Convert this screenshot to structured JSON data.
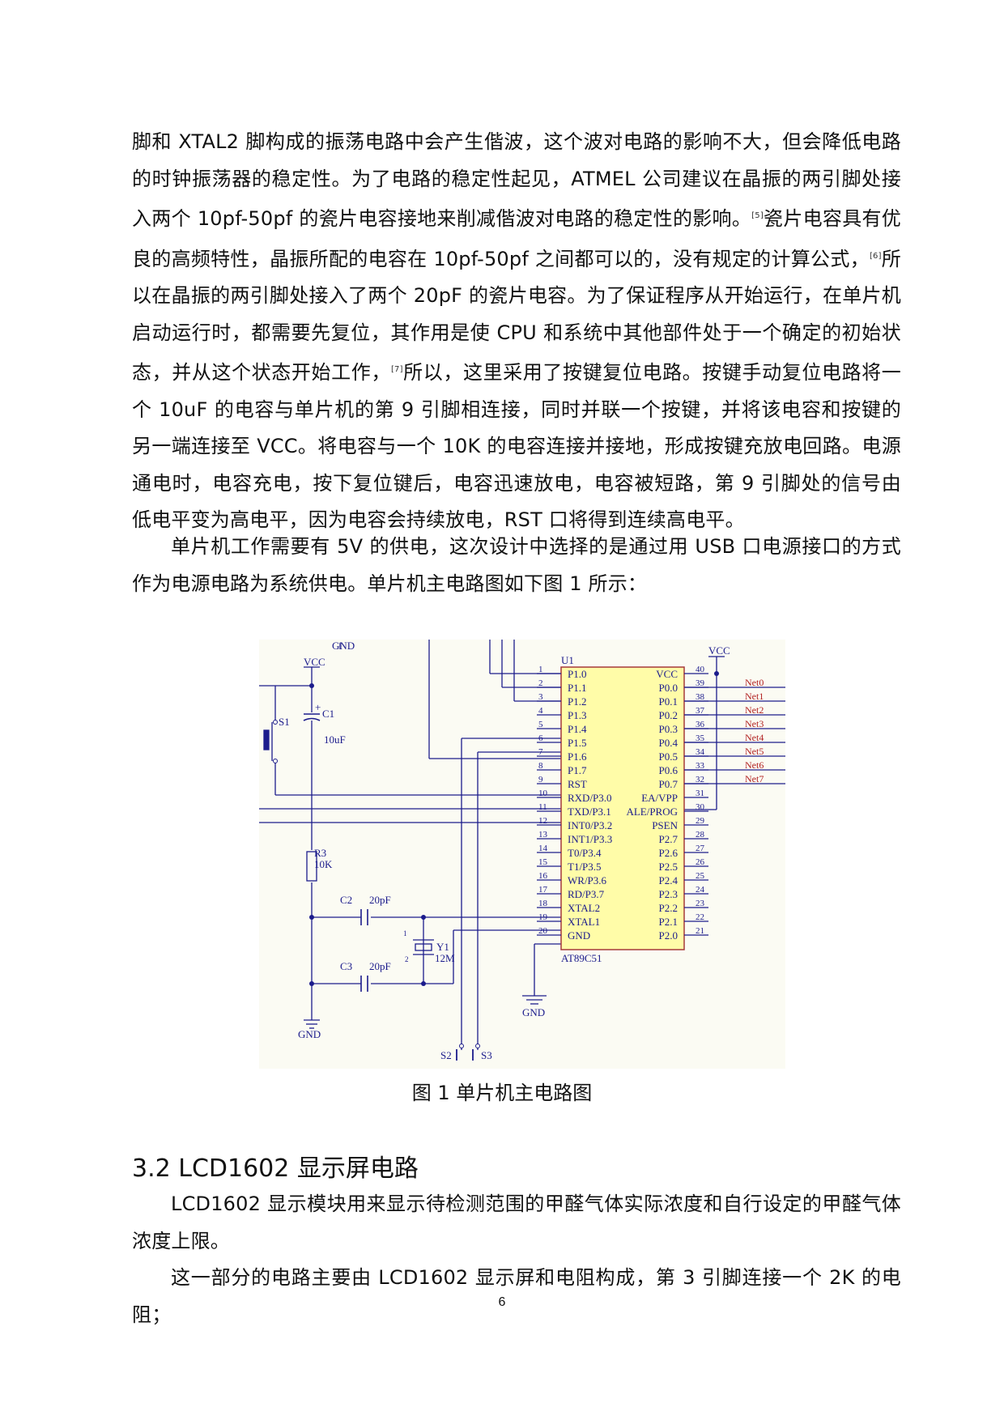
{
  "paragraphs": {
    "p1_a": "脚和 XTAL2 脚构成的振荡电路中会产生偕波，这个波对电路的影响不大，但会降低电路的时钟振荡器的稳定性。为了电路的稳定性起见，ATMEL 公司建议在晶振的两引脚处接入两个 10pf-50pf 的瓷片电容接地来削减偕波对电路的稳定性的影响。",
    "cite5": "[5]",
    "p1_b": "瓷片电容具有优良的高频特性，晶振所配的电容在 10pf-50pf 之间都可以的，没有规定的计算公式，",
    "cite6": "[6]",
    "p1_c": "所以在晶振的两引脚处接入了两个 20pF 的瓷片电容。为了保证程序从开始运行，在单片机启动运行时，都需要先复位，其作用是使 CPU 和系统中其他部件处于一个确定的初始状态，并从这个状态开始工作，",
    "cite7": "[7]",
    "p1_d": "所以，这里采用了按键复位电路。按键手动复位电路将一个 10uF 的电容与单片机的第 9 引脚相连接，同时并联一个按键，并将该电容和按键的另一端连接至 VCC。将电容与一个 10K 的电容连接并接地，形成按键充放电回路。电源通电时，电容充电，按下复位键后，电容迅速放电，电容被短路，第 9 引脚处的信号由低电平变为高电平，因为电容会持续放电，RST 口将得到连续高电平。",
    "p2": "单片机工作需要有 5V 的供电，这次设计中选择的是通过用 USB 口电源接口的方式作为电源电路为系统供电。单片机主电路图如下图 1 所示：",
    "p3": "LCD1602 显示模块用来显示待检测范围的甲醛气体实际浓度和自行设定的甲醛气体浓度上限。",
    "p4": "这一部分的电路主要由 LCD1602 显示屏和电阻构成，第 3 引脚连接一个 2K 的电阻；"
  },
  "figure": {
    "caption": "图 1  单片机主电路图",
    "chip_ref": "U1",
    "chip_model": "AT89C51",
    "left_pins": [
      {
        "num": "1",
        "name": "P1.0"
      },
      {
        "num": "2",
        "name": "P1.1"
      },
      {
        "num": "3",
        "name": "P1.2"
      },
      {
        "num": "4",
        "name": "P1.3"
      },
      {
        "num": "5",
        "name": "P1.4"
      },
      {
        "num": "6",
        "name": "P1.5"
      },
      {
        "num": "7",
        "name": "P1.6"
      },
      {
        "num": "8",
        "name": "P1.7"
      },
      {
        "num": "9",
        "name": "RST"
      },
      {
        "num": "10",
        "name": "RXD/P3.0"
      },
      {
        "num": "11",
        "name": "TXD/P3.1"
      },
      {
        "num": "12",
        "name": "INT0/P3.2"
      },
      {
        "num": "13",
        "name": "INT1/P3.3"
      },
      {
        "num": "14",
        "name": "T0/P3.4"
      },
      {
        "num": "15",
        "name": "T1/P3.5"
      },
      {
        "num": "16",
        "name": "WR/P3.6"
      },
      {
        "num": "17",
        "name": "RD/P3.7"
      },
      {
        "num": "18",
        "name": "XTAL2"
      },
      {
        "num": "19",
        "name": "XTAL1"
      },
      {
        "num": "20",
        "name": "GND"
      }
    ],
    "right_pins": [
      {
        "num": "40",
        "name": "VCC"
      },
      {
        "num": "39",
        "name": "P0.0"
      },
      {
        "num": "38",
        "name": "P0.1"
      },
      {
        "num": "37",
        "name": "P0.2"
      },
      {
        "num": "36",
        "name": "P0.3"
      },
      {
        "num": "35",
        "name": "P0.4"
      },
      {
        "num": "34",
        "name": "P0.5"
      },
      {
        "num": "33",
        "name": "P0.6"
      },
      {
        "num": "32",
        "name": "P0.7"
      },
      {
        "num": "31",
        "name": "EA/VPP"
      },
      {
        "num": "30",
        "name": "ALE/PROG"
      },
      {
        "num": "29",
        "name": "PSEN"
      },
      {
        "num": "28",
        "name": "P2.7"
      },
      {
        "num": "27",
        "name": "P2.6"
      },
      {
        "num": "26",
        "name": "P2.5"
      },
      {
        "num": "25",
        "name": "P2.4"
      },
      {
        "num": "24",
        "name": "P2.3"
      },
      {
        "num": "23",
        "name": "P2.2"
      },
      {
        "num": "22",
        "name": "P2.1"
      },
      {
        "num": "21",
        "name": "P2.0"
      }
    ],
    "nets": [
      "Net0",
      "Net1",
      "Net2",
      "Net3",
      "Net4",
      "Net5",
      "Net6",
      "Net7"
    ],
    "labels": {
      "gnd": "GND",
      "vcc": "VCC",
      "s1": "S1",
      "c1": "C1",
      "c1_val": "10uF",
      "r3": "R3",
      "r3_val": "10K",
      "c2": "C2",
      "c2_val": "20pF",
      "c3": "C3",
      "c3_val": "20pF",
      "y1": "Y1",
      "y1_val": "12M",
      "s2": "S2",
      "s3": "S3",
      "plus": "+",
      "x1": "1",
      "x2": "2"
    }
  },
  "section": {
    "heading": "3.2  LCD1602 显示屏电路"
  },
  "page_number": "6"
}
